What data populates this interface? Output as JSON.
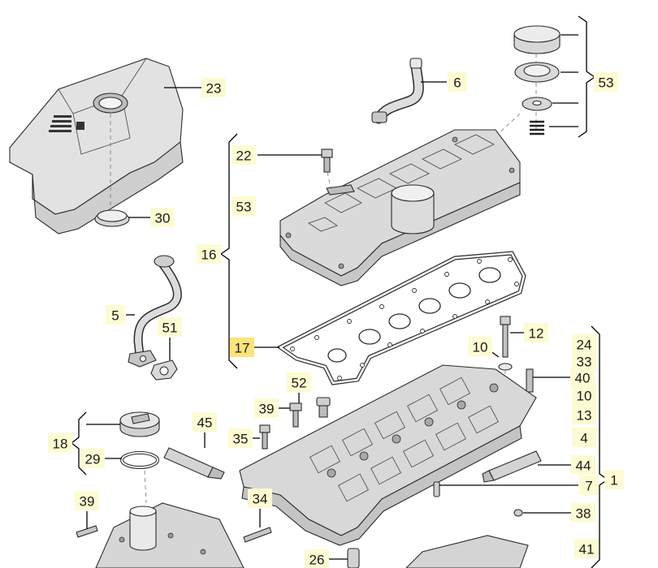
{
  "callouts": [
    {
      "id": "c23",
      "text": "23"
    },
    {
      "id": "c30",
      "text": "30"
    },
    {
      "id": "c6",
      "text": "6"
    },
    {
      "id": "c53a",
      "text": "53"
    },
    {
      "id": "c22",
      "text": "22"
    },
    {
      "id": "c53b",
      "text": "53"
    },
    {
      "id": "c16",
      "text": "16"
    },
    {
      "id": "c5",
      "text": "5"
    },
    {
      "id": "c51",
      "text": "51"
    },
    {
      "id": "c17",
      "text": "17",
      "highlight": true
    },
    {
      "id": "c10a",
      "text": "10"
    },
    {
      "id": "c12",
      "text": "12"
    },
    {
      "id": "c24",
      "text": "24"
    },
    {
      "id": "c33",
      "text": "33"
    },
    {
      "id": "c40",
      "text": "40"
    },
    {
      "id": "c10b",
      "text": "10"
    },
    {
      "id": "c13",
      "text": "13"
    },
    {
      "id": "c4",
      "text": "4"
    },
    {
      "id": "c52",
      "text": "52"
    },
    {
      "id": "c39a",
      "text": "39"
    },
    {
      "id": "c45",
      "text": "45"
    },
    {
      "id": "c35",
      "text": "35"
    },
    {
      "id": "c18",
      "text": "18"
    },
    {
      "id": "c29",
      "text": "29"
    },
    {
      "id": "c44",
      "text": "44"
    },
    {
      "id": "c7",
      "text": "7"
    },
    {
      "id": "c1",
      "text": "1"
    },
    {
      "id": "c38",
      "text": "38"
    },
    {
      "id": "c39b",
      "text": "39"
    },
    {
      "id": "c34",
      "text": "34"
    },
    {
      "id": "c41",
      "text": "41"
    },
    {
      "id": "c26",
      "text": "26"
    }
  ],
  "colors": {
    "callout_box": "#fdfbd2",
    "callout_highlight": "#fbe479",
    "part_fill": "#dcdcdc",
    "part_stroke": "#2b2b2b"
  }
}
